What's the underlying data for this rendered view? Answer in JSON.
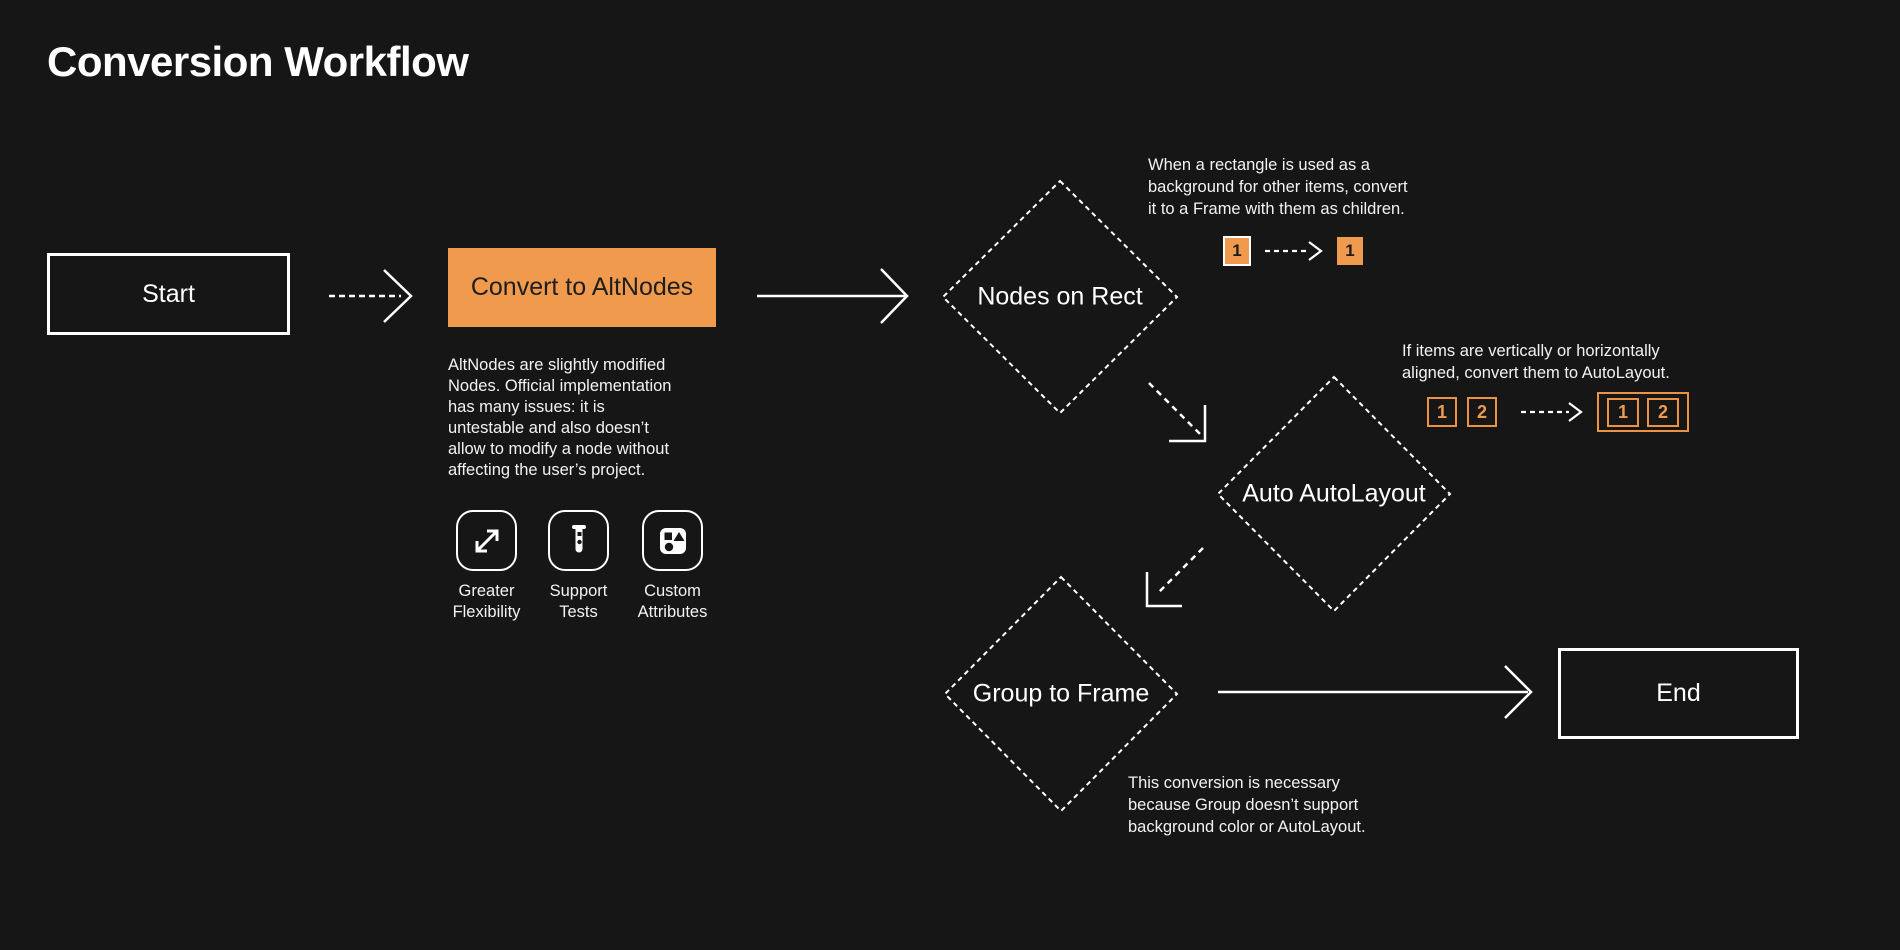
{
  "title": "Conversion Workflow",
  "colors": {
    "background": "#161616",
    "accent_orange": "#EF9A4D",
    "outline_orange": "#EC9343",
    "white": "#FFFFFF"
  },
  "nodes": {
    "start": "Start",
    "convert": "Convert to AltNodes",
    "nodes_on_rect": "Nodes on Rect",
    "auto_autolayout": "Auto AutoLayout",
    "group_to_frame": "Group to Frame",
    "end": "End"
  },
  "convert_note": "AltNodes are slightly modified\nNodes. Official implementation\nhas many issues: it is\nuntestable and also doesn’t\nallow to modify a node without\naffecting the user’s project.",
  "features": [
    {
      "icon": "expand-arrows-icon",
      "label": "Greater Flexibility"
    },
    {
      "icon": "test-tube-icon",
      "label": "Support Tests"
    },
    {
      "icon": "shapes-icon",
      "label": "Custom Attributes"
    }
  ],
  "annotations": {
    "rect_to_frame": {
      "text": "When a rectangle is used as a\nbackground for other items, convert\nit to a Frame with them as children.",
      "before_box": "1",
      "after_box": "1"
    },
    "autolayout": {
      "text": "If items are vertically or horizontally\naligned, convert them to AutoLayout.",
      "before_boxes": [
        "1",
        "2"
      ],
      "after_boxes": [
        "1",
        "2"
      ]
    },
    "group_frame": {
      "text": "This conversion is necessary\nbecause Group doesn’t support\nbackground color or AutoLayout."
    }
  }
}
